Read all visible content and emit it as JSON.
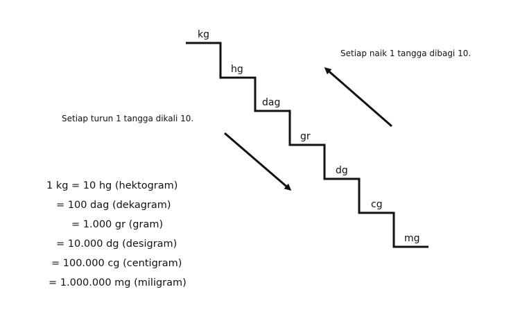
{
  "staircase": {
    "units": [
      "kg",
      "hg",
      "dag",
      "gr",
      "dg",
      "cg",
      "mg"
    ]
  },
  "notes": {
    "up": "Setiap naik 1 tangga dibagi 10.",
    "down": "Setiap turun 1 tangga dikali 10."
  },
  "equivalences": [
    "1 kg = 10 hg (hektogram)",
    "= 100 dag (dekagram)",
    "= 1.000 gr (gram)",
    "= 10.000 dg (desigram)",
    "= 100.000 cg (centigram)",
    "= 1.000.000 mg (miligram)"
  ]
}
